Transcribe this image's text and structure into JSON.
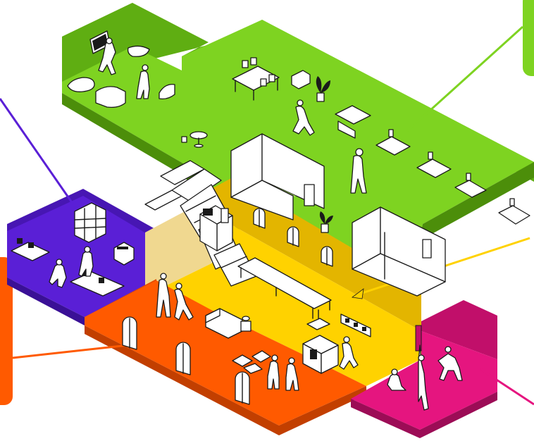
{
  "diagram": {
    "type": "isometric-floor-plan",
    "zones": [
      {
        "id": "green",
        "color": "#7ed321",
        "wall": "#5fae12",
        "dark": "#4c8e0a"
      },
      {
        "id": "yellow",
        "color": "#ffd200",
        "wall": "#e3b500",
        "dark": "#c89d00"
      },
      {
        "id": "purple",
        "color": "#5a1fd6",
        "wall": "#4716b3",
        "dark": "#3a1096"
      },
      {
        "id": "orange",
        "color": "#ff5a00",
        "wall": "#e34b00",
        "dark": "#c23f00"
      },
      {
        "id": "magenta",
        "color": "#e5157f",
        "wall": "#c10f6a",
        "dark": "#9c0c56"
      }
    ],
    "callouts": [
      {
        "id": "green",
        "color": "#7ed321"
      },
      {
        "id": "yellow",
        "color": "#ffd200"
      },
      {
        "id": "purple",
        "color": "#5a1fd6"
      },
      {
        "id": "orange",
        "color": "#ff5a00"
      },
      {
        "id": "magenta",
        "color": "#e5157f"
      }
    ],
    "icons": [
      "chair-icon",
      "desk-icon",
      "plant-icon",
      "sofa-icon",
      "stairs-icon",
      "window-icon",
      "person-icon",
      "bookshelf-icon",
      "kitchen-icon",
      "tv-icon",
      "lamp-icon"
    ]
  }
}
